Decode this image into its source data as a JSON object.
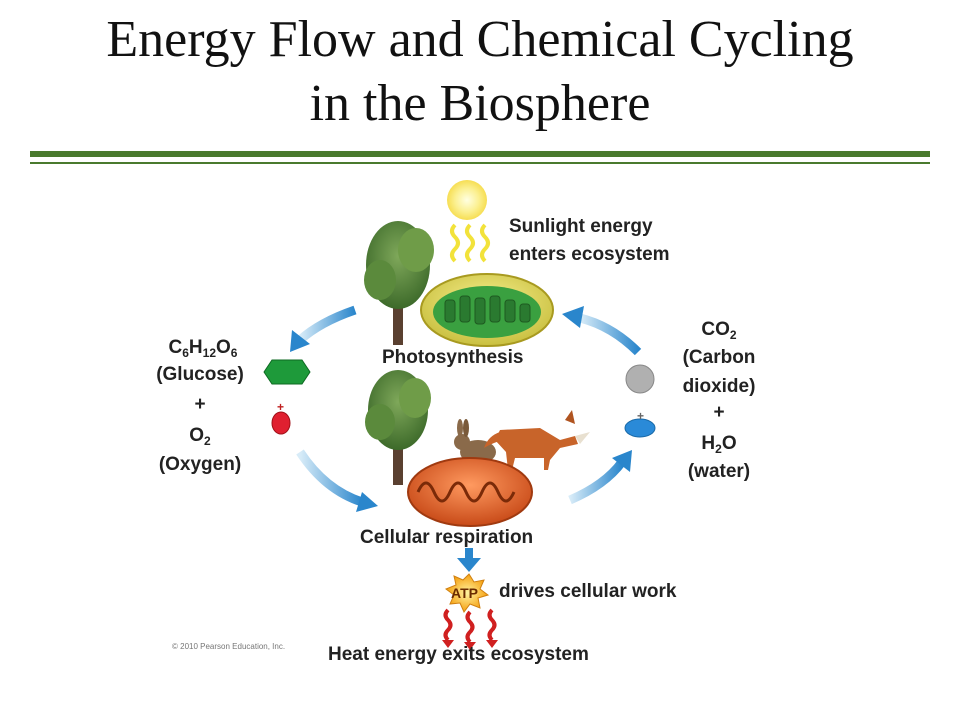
{
  "title": {
    "line1": "Energy Flow and Chemical Cycling",
    "line2": "in the Biosphere"
  },
  "labels": {
    "sunlight_line1": "Sunlight energy",
    "sunlight_line2": "enters ecosystem",
    "photosynthesis": "Photosynthesis",
    "cellular_respiration": "Cellular respiration",
    "glucose_formula_c": "C",
    "glucose_formula_c_sub": "6",
    "glucose_formula_h": "H",
    "glucose_formula_h_sub": "12",
    "glucose_formula_o": "O",
    "glucose_formula_o_sub": "6",
    "glucose_name": "(Glucose)",
    "plus_left": "+",
    "oxygen_formula": "O",
    "oxygen_sub": "2",
    "oxygen_name": "(Oxygen)",
    "co2_formula": "CO",
    "co2_sub": "2",
    "co2_name_line1": "(Carbon",
    "co2_name_line2": "dioxide)",
    "plus_right": "+",
    "water_formula_h": "H",
    "water_sub": "2",
    "water_formula_o": "O",
    "water_name": "(water)",
    "atp": "ATP",
    "drives_work": "drives cellular work",
    "heat_exit": "Heat energy exits ecosystem",
    "copyright": "© 2010 Pearson Education, Inc.",
    "small_plus_left": "+",
    "small_plus_right": "+"
  },
  "colors": {
    "rule": "#4a7a2e",
    "arrow_blue": "#3a8fd0",
    "glucose_green": "#1e9a3a",
    "oxygen_red": "#e02030",
    "co2_gray": "#b0b0b0",
    "water_blue": "#2a8ad8",
    "sun_yellow": "#f8e870",
    "heat_red": "#d02020",
    "chloroplast_green": "#3aa040",
    "mitochondrion_orange": "#e86a30"
  },
  "icons": [
    "sun-icon",
    "tree-icon",
    "chloroplast-icon",
    "mitochondrion-icon",
    "rabbit-icon",
    "fox-icon",
    "atp-burst-icon"
  ]
}
